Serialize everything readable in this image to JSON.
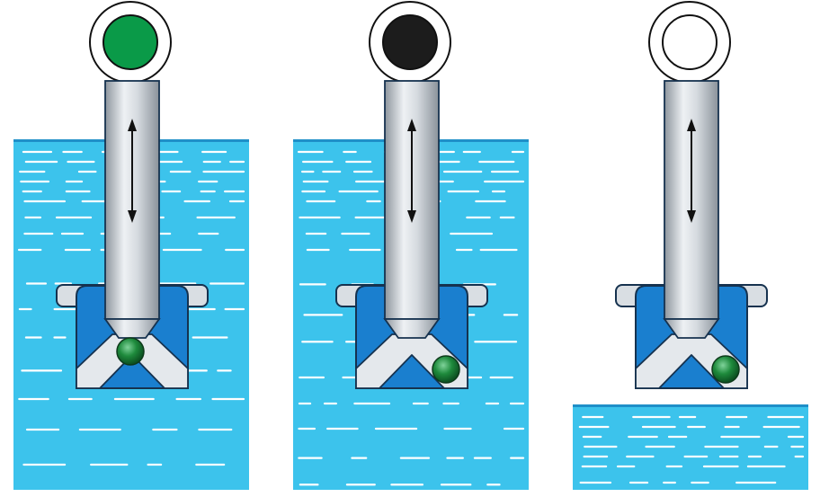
{
  "colors": {
    "water": "#3cc3ec",
    "water_edge": "#1f8fc8",
    "housing": "#1a7fcf",
    "outline": "#16324f",
    "rod_light": "#eef1f4",
    "rod_dark": "#8d959d",
    "flange": "#d9dee3",
    "ball": "#1e8a3c",
    "indicator_on": "#0a9a48",
    "indicator_off": "#1c1c1c",
    "indicator_none": "#ffffff"
  },
  "panels": [
    {
      "state": "immersed-green",
      "indicator_icon": "green-indicator-icon",
      "indicator_color_key": "indicator_on",
      "ball_position": "seated",
      "water_level": "high"
    },
    {
      "state": "immersed-black",
      "indicator_icon": "black-indicator-icon",
      "indicator_color_key": "indicator_off",
      "ball_position": "displaced",
      "water_level": "high"
    },
    {
      "state": "dry-empty",
      "indicator_icon": "empty-indicator-icon",
      "indicator_color_key": "indicator_none",
      "ball_position": "displaced",
      "water_level": "low"
    }
  ]
}
